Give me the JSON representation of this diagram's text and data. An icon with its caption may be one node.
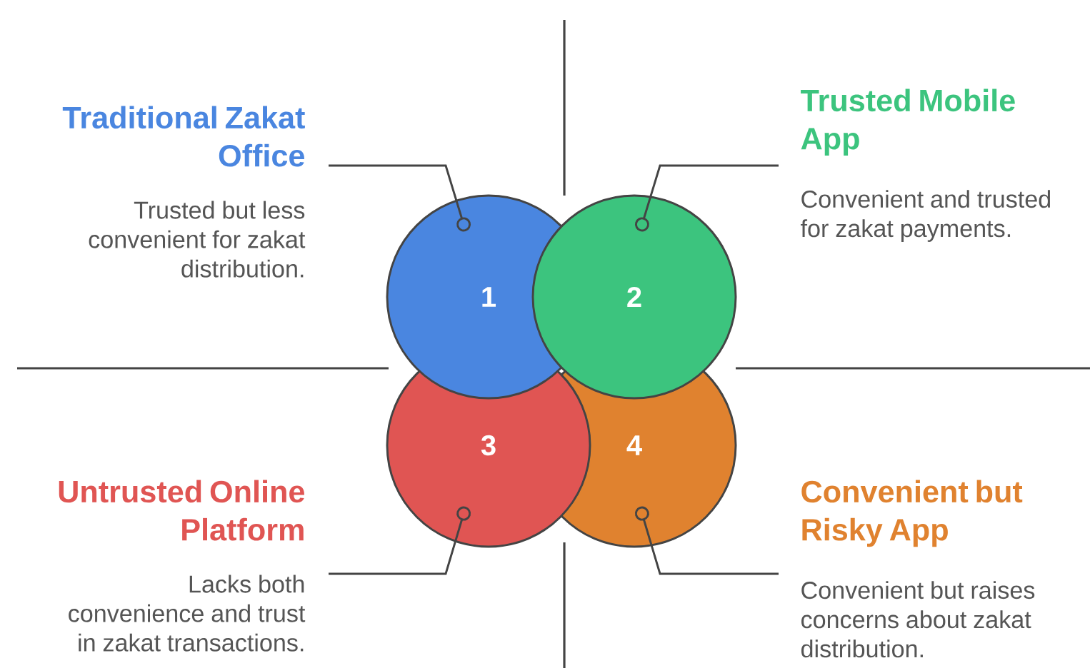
{
  "diagram": {
    "nodes": [
      {
        "text": [
          "1"
        ]
      },
      {
        "text": [
          "2"
        ]
      },
      {
        "text": [
          "3"
        ]
      },
      {
        "text": [
          "4"
        ]
      },
      {
        "text": [
          "Traditional Zakat Office",
          "Trusted but less convenient for zakat distribution."
        ]
      },
      {
        "text": [
          "Trusted Mobile App",
          "Convenient and trusted for zakat payments."
        ]
      },
      {
        "text": [
          "Untrusted Online Platform",
          "Lacks both convenience and trust in zakat transactions."
        ]
      },
      {
        "text": [
          "Convenient but Risky App",
          "Convenient but raises concerns about zakat distribution."
        ]
      }
    ],
    "edges": [
      {
        "from": 4,
        "to": 0,
        "arrow": "other"
      },
      {
        "from": 5,
        "to": 1,
        "arrow": "other"
      },
      {
        "from": 6,
        "to": 2,
        "arrow": "other"
      },
      {
        "from": 7,
        "to": 3,
        "arrow": "other"
      }
    ]
  }
}
